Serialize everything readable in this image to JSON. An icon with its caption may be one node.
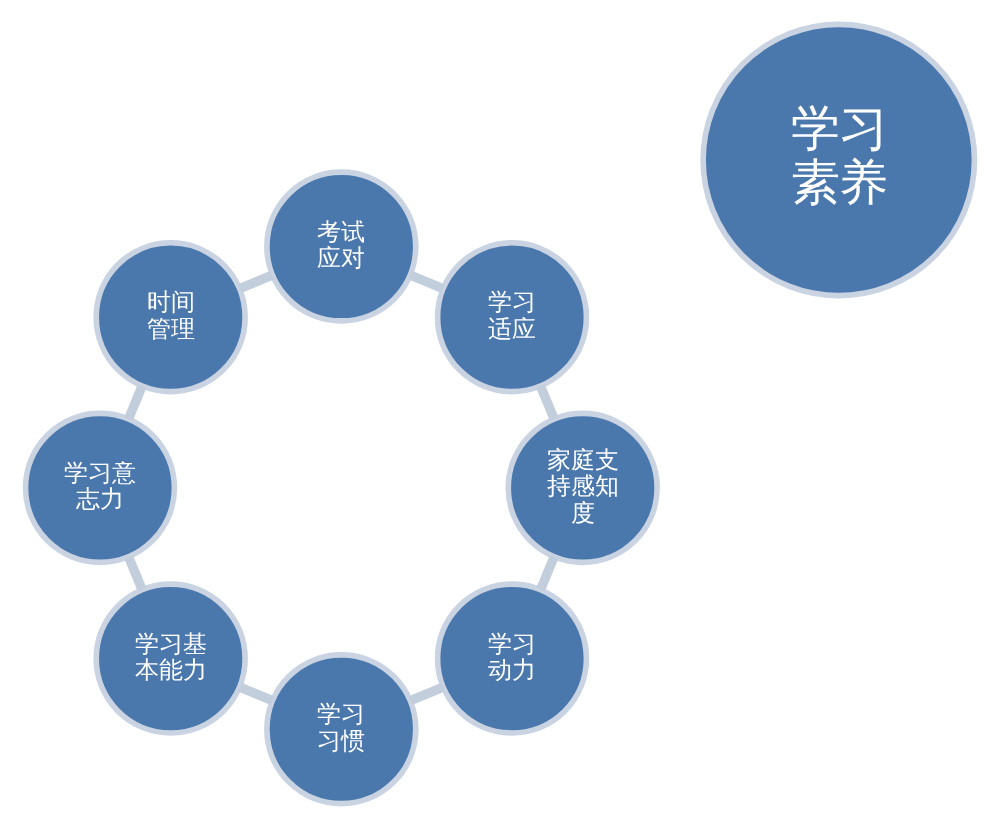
{
  "diagram": {
    "nodes": [
      {
        "text": [
          "学习素养"
        ]
      },
      {
        "text": [
          "学习动力"
        ]
      },
      {
        "text": [
          "学习习惯"
        ]
      },
      {
        "text": [
          "学习基本能力"
        ]
      },
      {
        "text": [
          "学习意志力"
        ]
      },
      {
        "text": [
          "时间管理"
        ]
      },
      {
        "text": [
          "考试应对"
        ]
      },
      {
        "text": [
          "学习适应"
        ]
      },
      {
        "text": [
          "家庭支持感知度"
        ]
      }
    ],
    "edges": [
      {
        "from": 1,
        "to": 2,
        "arrow": "none"
      },
      {
        "from": 2,
        "to": 3,
        "arrow": "none"
      },
      {
        "from": 3,
        "to": 4,
        "arrow": "none"
      },
      {
        "from": 4,
        "to": 5,
        "arrow": "none"
      },
      {
        "from": 5,
        "to": 6,
        "arrow": "none"
      },
      {
        "from": 6,
        "to": 7,
        "arrow": "none"
      },
      {
        "from": 7,
        "to": 8,
        "arrow": "none"
      },
      {
        "from": 8,
        "to": 1,
        "arrow": "none"
      }
    ]
  }
}
